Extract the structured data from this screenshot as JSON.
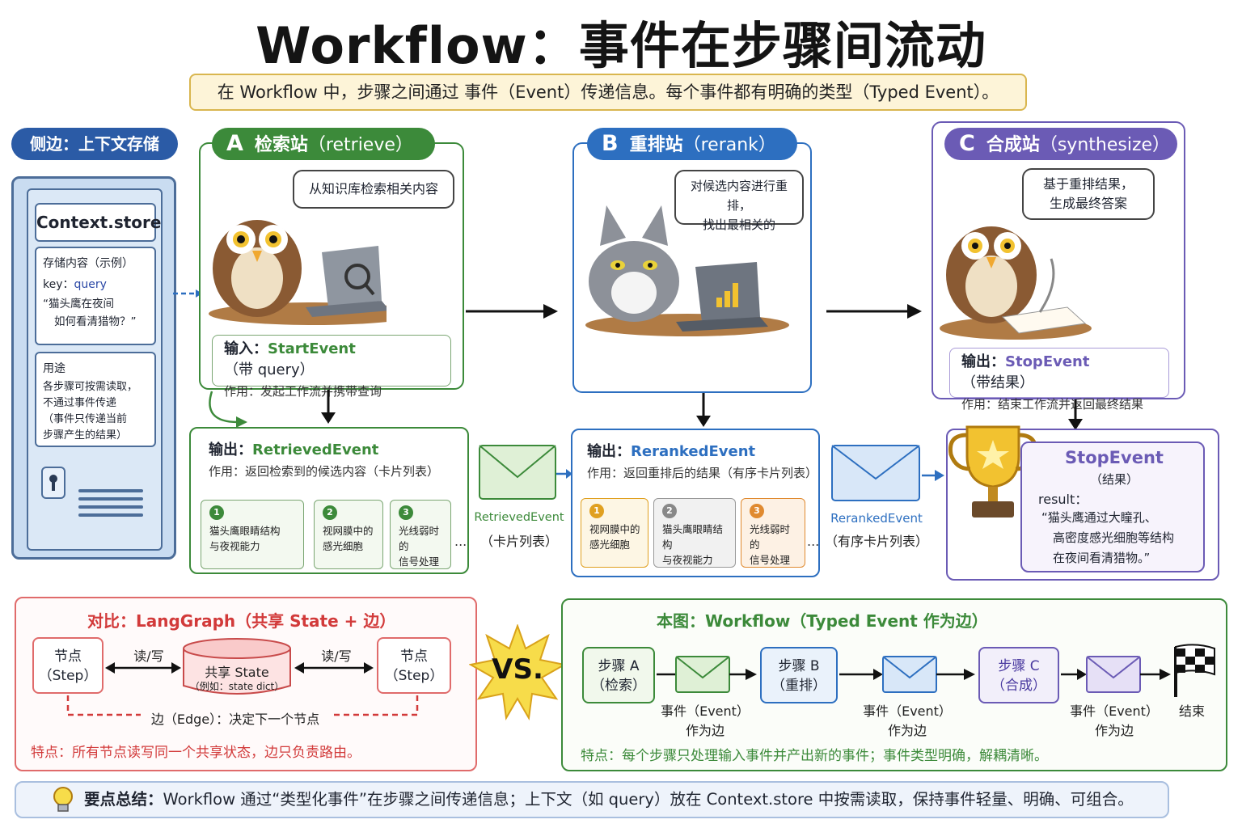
{
  "title": "Workflow：事件在步骤间流动",
  "subtitle": "在 Workflow 中，步骤之间通过 事件（Event）传递信息。每个事件都有明确的类型（Typed Event）。",
  "sidebar": {
    "label": "侧边：上下文存储",
    "store_name": "Context.store",
    "content_title": "存储内容（示例）",
    "key_label": "key：",
    "key_value": "query",
    "value_line1": "“猫头鹰在夜间",
    "value_line2": "如何看清猎物？”",
    "usage_title": "用途",
    "usage_lines": [
      "各步骤可按需读取，",
      "不通过事件传递",
      "（事件只传递当前",
      "步骤产生的结果）"
    ]
  },
  "stations": {
    "a": {
      "letter": "A",
      "name": "检索站",
      "en": "（retrieve）",
      "bubble": "从知识库检索相关内容",
      "io_label": "输入：",
      "event": "StartEvent",
      "event_note": "（带 query）",
      "role": "作用：发起工作流并携带查询"
    },
    "b": {
      "letter": "B",
      "name": "重排站",
      "en": "（rerank）",
      "bubble_line1": "对候选内容进行重排，",
      "bubble_line2": "找出最相关的"
    },
    "c": {
      "letter": "C",
      "name": "合成站",
      "en": "（synthesize）",
      "bubble_line1": "基于重排结果，",
      "bubble_line2": "生成最终答案",
      "io_label": "输出：",
      "event": "StopEvent",
      "event_note": "（带结果）",
      "role": "作用：结束工作流并返回最终结果"
    }
  },
  "events": {
    "retrieved": {
      "out_label": "输出：",
      "name": "RetrievedEvent",
      "role": "作用：返回检索到的候选内容（卡片列表）",
      "cards": [
        {
          "num": "1",
          "text1": "猫头鹰眼睛结构",
          "text2": "与夜视能力"
        },
        {
          "num": "2",
          "text1": "视网膜中的",
          "text2": "感光细胞"
        },
        {
          "num": "3",
          "text1": "光线弱时的",
          "text2": "信号处理"
        }
      ],
      "ellipsis": "...",
      "env_name": "RetrievedEvent",
      "env_note": "（卡片列表）"
    },
    "reranked": {
      "out_label": "输出：",
      "name": "RerankedEvent",
      "role": "作用：返回重排后的结果（有序卡片列表）",
      "cards": [
        {
          "num": "1",
          "text1": "视网膜中的",
          "text2": "感光细胞"
        },
        {
          "num": "2",
          "text1": "猫头鹰眼睛结构",
          "text2": "与夜视能力"
        },
        {
          "num": "3",
          "text1": "光线弱时的",
          "text2": "信号处理"
        }
      ],
      "ellipsis": "...",
      "env_name": "RerankedEvent",
      "env_note": "（有序卡片列表）"
    },
    "stop": {
      "name": "StopEvent",
      "note": "（结果）",
      "result_label": "result：",
      "result_lines": [
        "“猫头鹰通过大瞳孔、",
        "高密度感光细胞等结构",
        "在夜间看清猎物。”"
      ]
    }
  },
  "compare_left": {
    "title": "对比：LangGraph（共享 State + 边）",
    "node1_l1": "节点",
    "node1_l2": "（Step）",
    "rw1": "读/写",
    "state_l1": "共享 State",
    "state_l2": "（例如：state dict）",
    "rw2": "读/写",
    "node2_l1": "节点",
    "node2_l2": "（Step）",
    "edge": "边（Edge）：决定下一个节点",
    "feature": "特点：所有节点读写同一个共享状态，边只负责路由。"
  },
  "vs": "VS.",
  "compare_right": {
    "title": "本图：Workflow（Typed Event 作为边）",
    "steps": [
      {
        "l1": "步骤 A",
        "l2": "（检索）"
      },
      {
        "l1": "步骤 B",
        "l2": "（重排）"
      },
      {
        "l1": "步骤 C",
        "l2": "（合成）"
      }
    ],
    "event_l1": "事件（Event）",
    "event_l2": "作为边",
    "end": "结束",
    "feature": "特点：每个步骤只处理输入事件并产出新的事件；事件类型明确，解耦清晰。"
  },
  "summary": {
    "label": "要点总结：",
    "text": "Workflow 通过“类型化事件”在步骤之间传递信息；上下文（如 query）放在 Context.store 中按需读取，保持事件轻量、明确、可组合。"
  },
  "colors": {
    "green": "#3c8a3a",
    "blue": "#2d6fc0",
    "purple": "#6b5bb5",
    "red": "#d23a3a",
    "navy": "#2b5ba6"
  }
}
